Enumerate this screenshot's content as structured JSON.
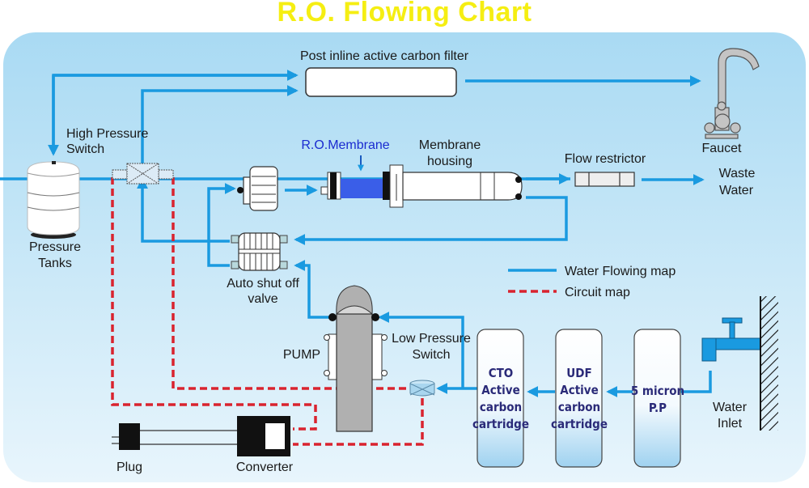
{
  "title": "R.O. Flowing Chart",
  "colors": {
    "title": "#f5ee12",
    "panel_top": "#a9daf3",
    "panel_bottom": "#e6f4fb",
    "water_line": "#1a9ae0",
    "circuit_line": "#d9232e",
    "membrane": "#3a5ee8",
    "cartridge_text": "#2a2a78"
  },
  "components": {
    "post_filter": "Post inline active carbon filter",
    "faucet": "Faucet",
    "high_pressure_switch": [
      "High Pressure",
      "Switch"
    ],
    "pressure_tanks": [
      "Pressure",
      "Tanks"
    ],
    "ro_membrane": "R.O.Membrane",
    "membrane_housing": [
      "Membrane",
      "housing"
    ],
    "flow_restrictor": "Flow restrictor",
    "waste_water": [
      "Waste",
      "Water"
    ],
    "auto_shutoff_valve": [
      "Auto shut off",
      "valve"
    ],
    "pump": "PUMP",
    "low_pressure_switch": [
      "Low Pressure",
      "Switch"
    ],
    "plug": "Plug",
    "converter": "Converter",
    "water_inlet": [
      "Water",
      "Inlet"
    ]
  },
  "cartridges": [
    {
      "lines": [
        "CTO",
        "Active",
        "carbon",
        "cartridge"
      ]
    },
    {
      "lines": [
        "UDF",
        "Active",
        "carbon",
        "cartridge"
      ]
    },
    {
      "lines": [
        "5 micron",
        "P.P"
      ]
    }
  ],
  "legend": [
    {
      "label": "Water Flowing map",
      "style": "solid"
    },
    {
      "label": "Circuit map",
      "style": "dashed"
    }
  ]
}
